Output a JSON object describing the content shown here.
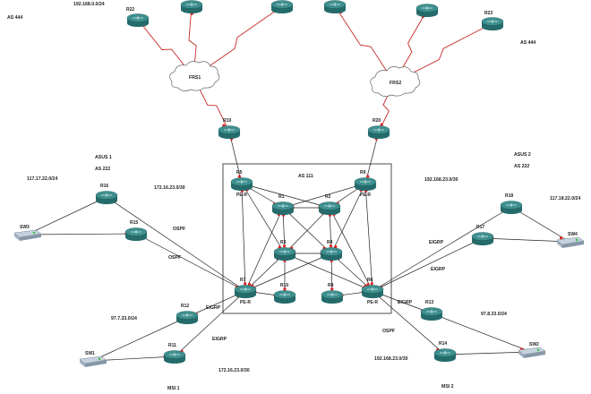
{
  "colors": {
    "router_top": "#3f8f8f",
    "router_side": "#256b6b",
    "router_mark": "#d9f0f0",
    "link": "#222222",
    "serial": "#c62828",
    "endpoint": "#e02020",
    "switch_body": "#9fb0bf",
    "switch_port": "#2fbf3f",
    "box": "#222222"
  },
  "routers": [
    {
      "id": "R22",
      "label": "R22"
    },
    {
      "id": "RTOP1",
      "label": ""
    },
    {
      "id": "RTOP2",
      "label": ""
    },
    {
      "id": "RTOP3",
      "label": ""
    },
    {
      "id": "RTOP4",
      "label": ""
    },
    {
      "id": "R23",
      "label": "R23"
    },
    {
      "id": "R19",
      "label": "R19"
    },
    {
      "id": "R20",
      "label": "R20"
    },
    {
      "id": "R5",
      "label": "R5",
      "sub": "PE-R"
    },
    {
      "id": "R9",
      "label": "R9",
      "sub": "PE-R"
    },
    {
      "id": "R1",
      "label": "R1"
    },
    {
      "id": "R2",
      "label": "R2"
    },
    {
      "id": "R3",
      "label": "R3"
    },
    {
      "id": "R4",
      "label": "R4"
    },
    {
      "id": "R7",
      "label": "R7",
      "sub": "PE-R"
    },
    {
      "id": "R6",
      "label": "R6",
      "sub": "PE-R"
    },
    {
      "id": "R8",
      "label": "R8"
    },
    {
      "id": "R10",
      "label": "R10"
    },
    {
      "id": "R16",
      "label": "R16"
    },
    {
      "id": "R15",
      "label": "R15"
    },
    {
      "id": "R12",
      "label": "R12"
    },
    {
      "id": "R11",
      "label": "R11"
    },
    {
      "id": "R18",
      "label": "R18"
    },
    {
      "id": "R17",
      "label": "R17"
    },
    {
      "id": "R13",
      "label": "R13"
    },
    {
      "id": "R14",
      "label": "R14"
    }
  ],
  "switches": [
    {
      "id": "SW3",
      "label": "SW3"
    },
    {
      "id": "SW4",
      "label": "SW4"
    },
    {
      "id": "SW1",
      "label": "SW1"
    },
    {
      "id": "SW2",
      "label": "SW2"
    }
  ],
  "clouds": [
    {
      "id": "FRS1",
      "label": "FRS1"
    },
    {
      "id": "FRS2",
      "label": "FRS2"
    }
  ],
  "texts": [
    {
      "id": "net-192-168-0",
      "text": "192.168.0.0/24"
    },
    {
      "id": "as444-left",
      "text": "AS 444"
    },
    {
      "id": "as444-right",
      "text": "AS 444"
    },
    {
      "id": "as111",
      "text": "AS 111"
    },
    {
      "id": "asus1",
      "text": "ASUS 1"
    },
    {
      "id": "as222-left",
      "text": "AS 222"
    },
    {
      "id": "asus2",
      "text": "ASUS 2"
    },
    {
      "id": "as222-right",
      "text": "AS 222"
    },
    {
      "id": "net-172-16-23-top",
      "text": "172.16.23.0/30"
    },
    {
      "id": "net-192-168-23-top",
      "text": "192.168.23.0/30"
    },
    {
      "id": "net-117-17",
      "text": "117.17.22.0/24"
    },
    {
      "id": "net-117-18",
      "text": "117.18.22.0/24"
    },
    {
      "id": "ospf-r16",
      "text": "OSPF"
    },
    {
      "id": "ospf-r15",
      "text": "OSPF"
    },
    {
      "id": "eigrp-r17",
      "text": "EIGRP"
    },
    {
      "id": "eigrp-r18",
      "text": "EIGRP"
    },
    {
      "id": "eigrp-r12",
      "text": "EIGRP"
    },
    {
      "id": "eigrp-r11",
      "text": "EIGRP"
    },
    {
      "id": "eigrp-r13",
      "text": "EIGRP"
    },
    {
      "id": "ospf-r14",
      "text": "OSPF"
    },
    {
      "id": "net-97-7",
      "text": "97.7.33.0/24"
    },
    {
      "id": "net-97-8",
      "text": "97.8.33.0/24"
    },
    {
      "id": "net-172-16-23-bot",
      "text": "172.16.23.0/30"
    },
    {
      "id": "net-192-168-23-bot",
      "text": "192.168.23.0/30"
    },
    {
      "id": "msi1",
      "text": "MSI 1"
    },
    {
      "id": "msi2",
      "text": "MSI 2"
    }
  ],
  "links": [
    {
      "a": "R22",
      "b": "FRS1",
      "kind": "serial"
    },
    {
      "a": "RTOP1",
      "b": "FRS1",
      "kind": "serial"
    },
    {
      "a": "RTOP2",
      "b": "FRS1",
      "kind": "serial"
    },
    {
      "a": "FRS1",
      "b": "R19",
      "kind": "serial"
    },
    {
      "a": "RTOP3",
      "b": "FRS2",
      "kind": "serial"
    },
    {
      "a": "RTOP4",
      "b": "FRS2",
      "kind": "serial"
    },
    {
      "a": "R23",
      "b": "FRS2",
      "kind": "serial"
    },
    {
      "a": "FRS2",
      "b": "R20",
      "kind": "serial"
    },
    {
      "a": "R19",
      "b": "R5",
      "kind": "eth"
    },
    {
      "a": "R20",
      "b": "R9",
      "kind": "eth"
    },
    {
      "a": "R5",
      "b": "R1",
      "kind": "eth"
    },
    {
      "a": "R5",
      "b": "R2",
      "kind": "eth"
    },
    {
      "a": "R5",
      "b": "R3",
      "kind": "eth"
    },
    {
      "a": "R5",
      "b": "R7",
      "kind": "eth"
    },
    {
      "a": "R9",
      "b": "R2",
      "kind": "eth"
    },
    {
      "a": "R9",
      "b": "R1",
      "kind": "eth"
    },
    {
      "a": "R9",
      "b": "R4",
      "kind": "eth"
    },
    {
      "a": "R9",
      "b": "R6",
      "kind": "eth"
    },
    {
      "a": "R1",
      "b": "R2",
      "kind": "eth"
    },
    {
      "a": "R1",
      "b": "R3",
      "kind": "eth"
    },
    {
      "a": "R1",
      "b": "R4",
      "kind": "eth"
    },
    {
      "a": "R2",
      "b": "R4",
      "kind": "eth"
    },
    {
      "a": "R2",
      "b": "R3",
      "kind": "eth"
    },
    {
      "a": "R3",
      "b": "R4",
      "kind": "eth"
    },
    {
      "a": "R3",
      "b": "R7",
      "kind": "eth"
    },
    {
      "a": "R3",
      "b": "R10",
      "kind": "eth"
    },
    {
      "a": "R3",
      "b": "R6",
      "kind": "eth"
    },
    {
      "a": "R4",
      "b": "R6",
      "kind": "eth"
    },
    {
      "a": "R4",
      "b": "R8",
      "kind": "eth"
    },
    {
      "a": "R4",
      "b": "R7",
      "kind": "eth"
    },
    {
      "a": "R1",
      "b": "R7",
      "kind": "eth"
    },
    {
      "a": "R2",
      "b": "R6",
      "kind": "eth"
    },
    {
      "a": "R7",
      "b": "R10",
      "kind": "eth"
    },
    {
      "a": "R6",
      "b": "R8",
      "kind": "eth"
    },
    {
      "a": "R16",
      "b": "R7",
      "kind": "eth"
    },
    {
      "a": "R15",
      "b": "R7",
      "kind": "eth"
    },
    {
      "a": "R16",
      "b": "SW3",
      "kind": "eth"
    },
    {
      "a": "R15",
      "b": "SW3",
      "kind": "eth"
    },
    {
      "a": "R12",
      "b": "R7",
      "kind": "eth"
    },
    {
      "a": "R11",
      "b": "R7",
      "kind": "eth"
    },
    {
      "a": "R12",
      "b": "SW1",
      "kind": "eth"
    },
    {
      "a": "R11",
      "b": "SW1",
      "kind": "eth"
    },
    {
      "a": "R18",
      "b": "R6",
      "kind": "eth"
    },
    {
      "a": "R17",
      "b": "R6",
      "kind": "eth"
    },
    {
      "a": "R18",
      "b": "SW4",
      "kind": "eth"
    },
    {
      "a": "R17",
      "b": "SW4",
      "kind": "eth"
    },
    {
      "a": "R13",
      "b": "R6",
      "kind": "eth"
    },
    {
      "a": "R14",
      "b": "R6",
      "kind": "eth"
    },
    {
      "a": "R13",
      "b": "SW2",
      "kind": "eth"
    },
    {
      "a": "R14",
      "b": "SW2",
      "kind": "eth"
    }
  ]
}
